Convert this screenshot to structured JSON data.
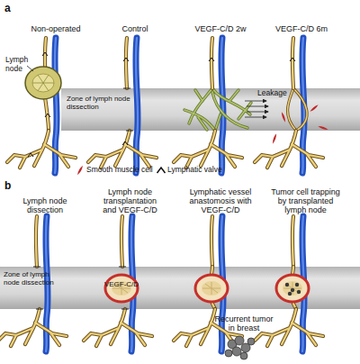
{
  "diagram": {
    "nodes": [
      {
        "text": [
          "Zone of lymph node dissection"
        ]
      },
      {
        "text": [
          "Zone of lymph node dissection"
        ]
      }
    ],
    "labels": [
      "a",
      "Non-operated",
      "Lymph node",
      "Control",
      "VEGF-C/D 2w",
      "VEGF-C/D 6m",
      "Leakage",
      "b",
      "Lymph node dissection",
      "Lymph node transplantation and VEGF-C/D",
      "Lymphatic vessel anastomosis with VEGF-C/D",
      "Tumor cell trapping by transplanted lymph node",
      "VEGF-C/D",
      "Recurrent tumor in breast"
    ],
    "legend": [
      {
        "text": "Smooth muscle cell"
      },
      {
        "text": "Lymphatic valve"
      }
    ]
  }
}
